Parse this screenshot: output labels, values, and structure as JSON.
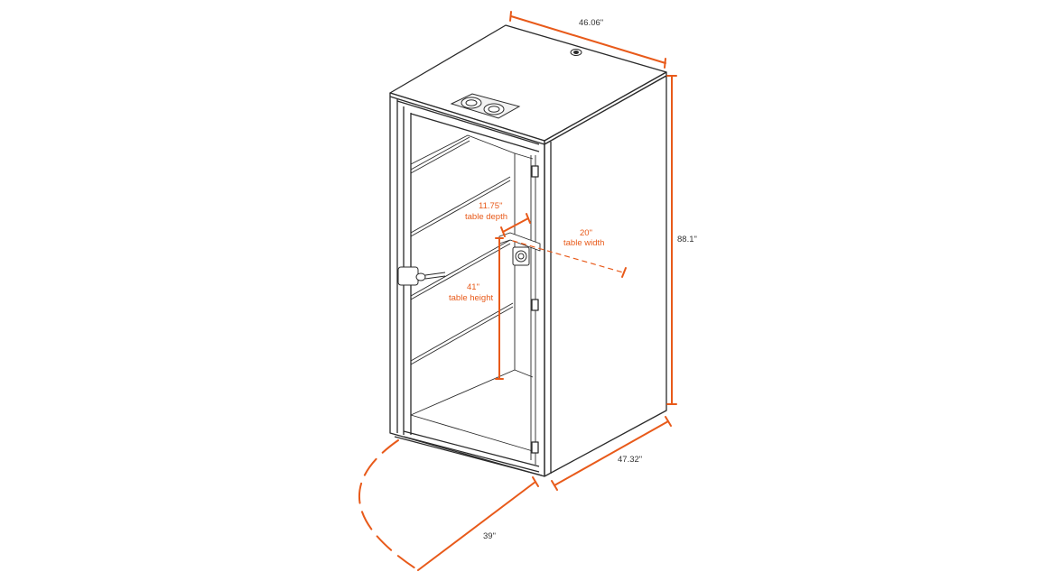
{
  "colors": {
    "line": "#2a2a2a",
    "accent": "#e85a1a",
    "label": "#333333",
    "background": "#ffffff"
  },
  "dimensions": {
    "top_width": "46.06\"",
    "height": "88.1\"",
    "side_depth": "47.32\"",
    "door_swing": "39\"",
    "table_width_value": "20\"",
    "table_width_label": "table width",
    "table_depth_value": "11.75\"",
    "table_depth_label": "table depth",
    "table_height_value": "41\"",
    "table_height_label": "table height"
  },
  "icons": {
    "ventilation_fans": "fan-icon",
    "door_handle": "door-handle-icon",
    "power_outlet": "outlet-icon",
    "top_cable_port": "port-icon"
  }
}
